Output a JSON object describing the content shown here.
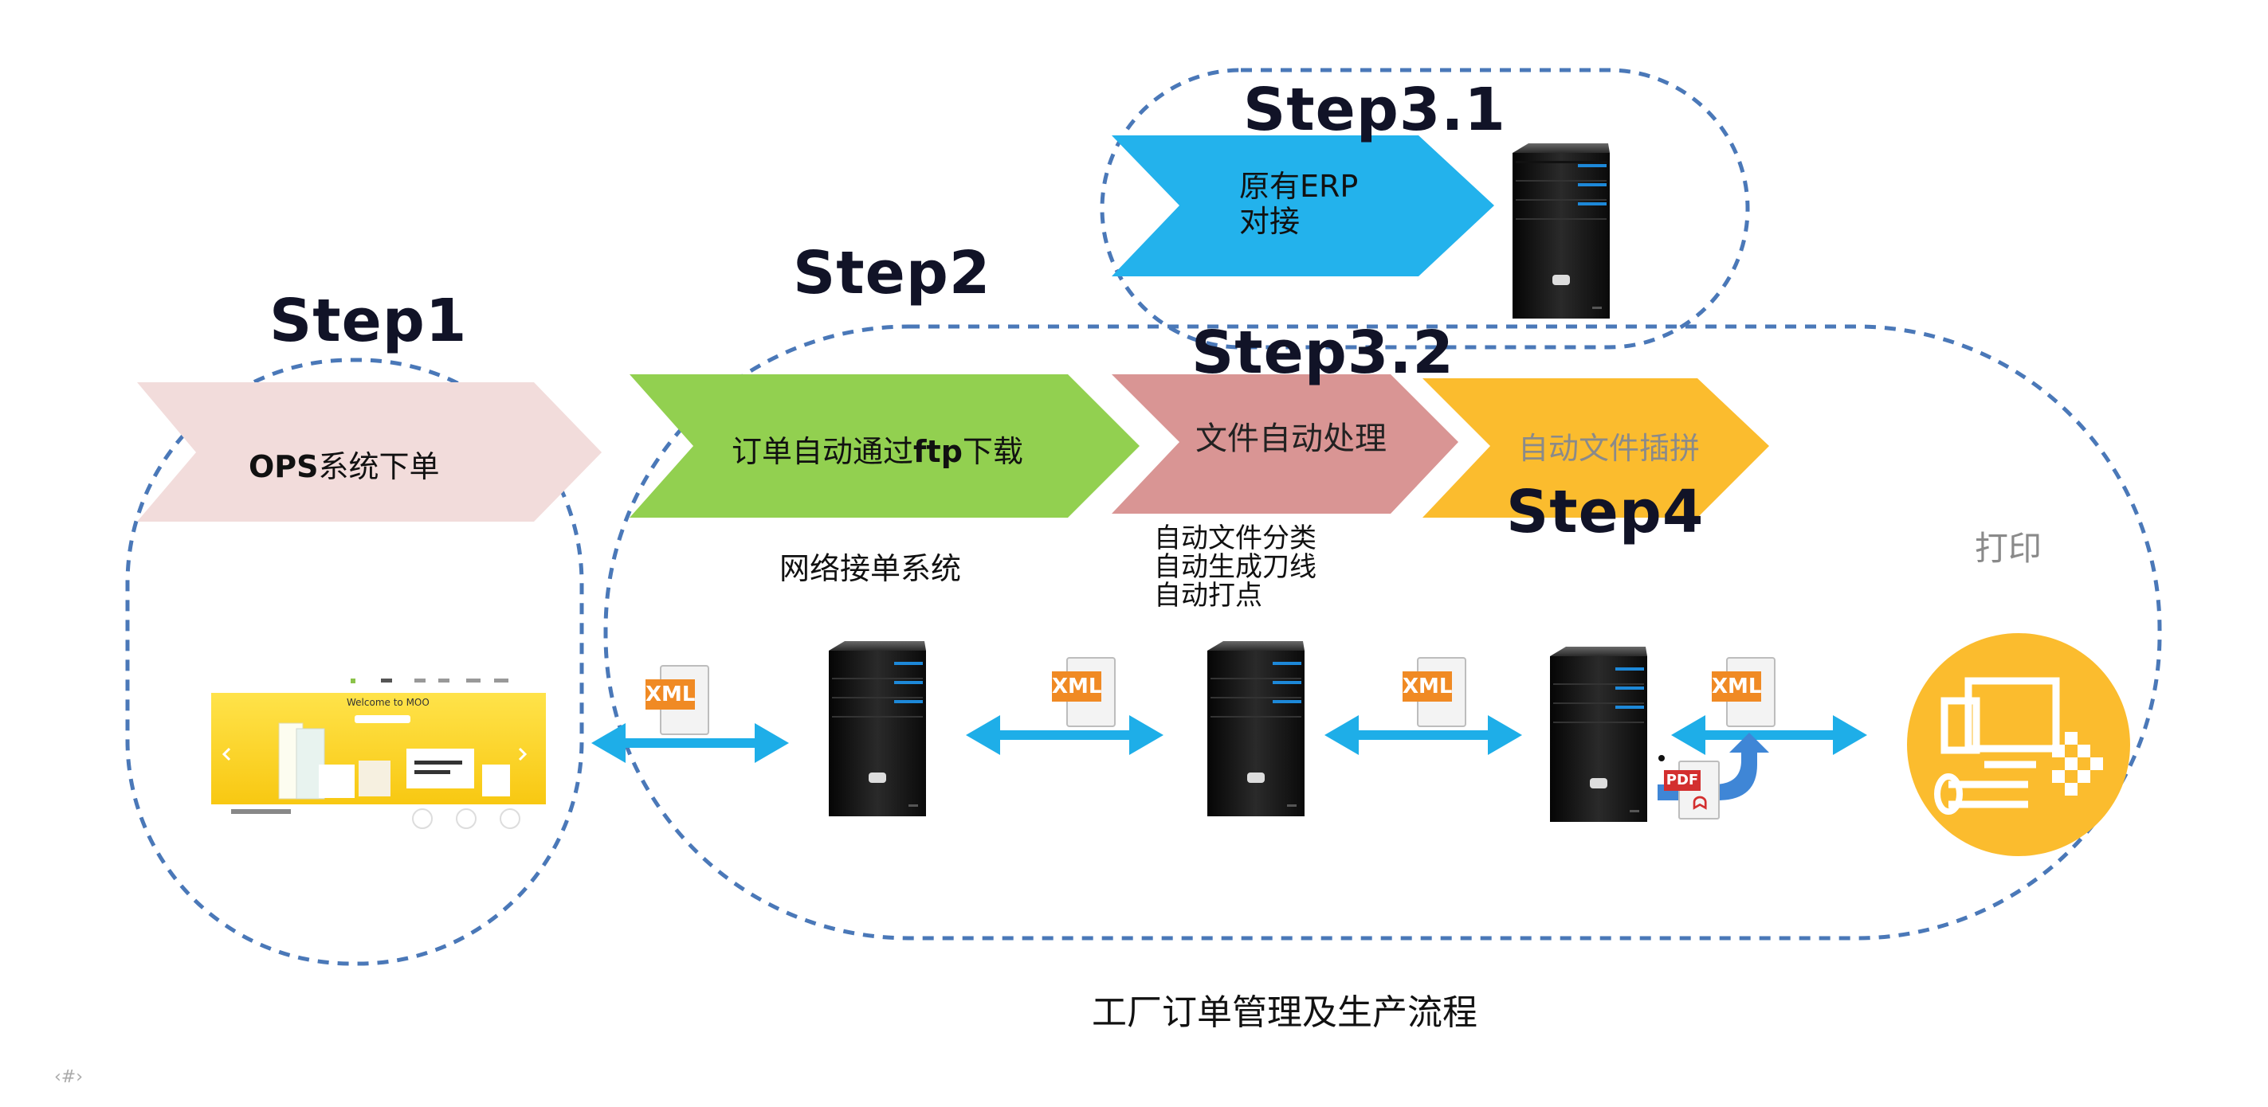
{
  "steps": {
    "step1": "Step1",
    "step2": "Step2",
    "step3_1": "Step3.1",
    "step3_2": "Step3.2",
    "step4": "Step4"
  },
  "chevrons": {
    "ops_a": "OPS",
    "ops_b": "系统下单",
    "download_a": "订单自动通过",
    "download_b": "ftp",
    "download_c": "下载",
    "file_process": "文件自动处理",
    "auto_impose": "自动文件插拼",
    "erp_line1": "原有ERP",
    "erp_line2": "对接"
  },
  "labels": {
    "network_system": "网络接单系统",
    "process_line1": "自动文件分类",
    "process_line2": "自动生成刀线",
    "process_line3": "自动打点",
    "print": "打印"
  },
  "badges": {
    "xml": "XML",
    "pdf": "PDF"
  },
  "website": {
    "headline": "Welcome to MOO"
  },
  "caption": "工厂订单管理及生产流程",
  "footer_mark": "‹#›",
  "colors": {
    "step_text": "#111327",
    "pink_chevron": "#f2dcdb",
    "green_chevron": "#92d050",
    "rose_chevron": "#d99594",
    "yellow_chevron": "#fbbc2e",
    "blue_chevron": "#23b2ec",
    "arrow_blue": "#1eaee8",
    "dashed_outline": "#4a78b8",
    "print_circle": "#fbbc2e",
    "xml_orange": "#f08a24"
  }
}
